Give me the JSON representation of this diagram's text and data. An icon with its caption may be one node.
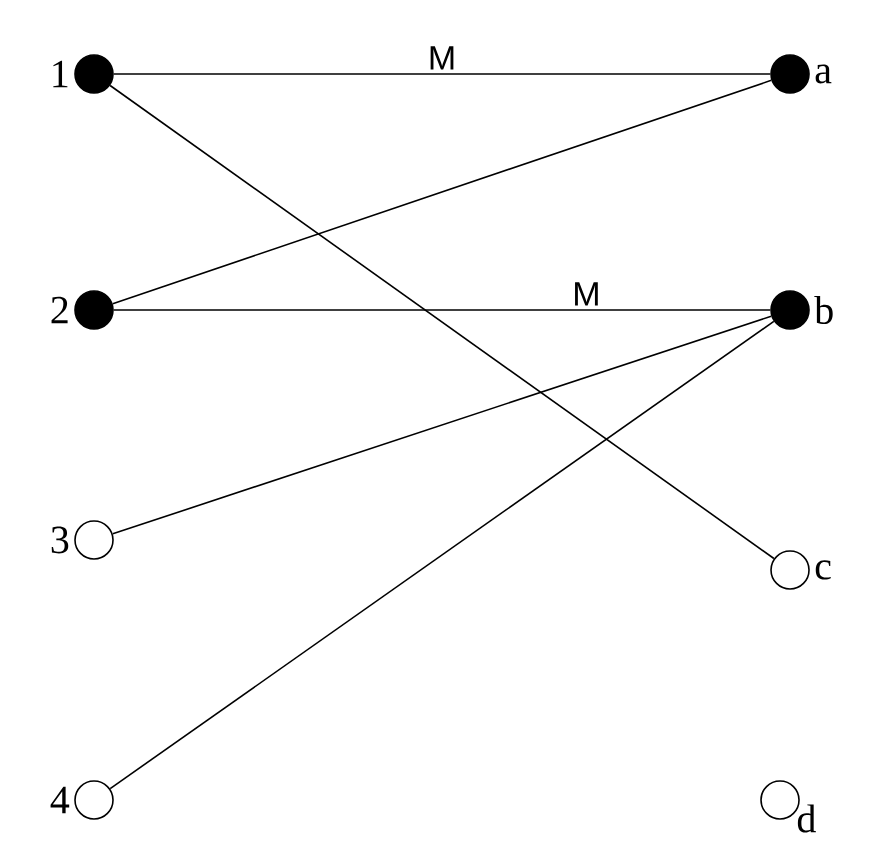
{
  "diagram": {
    "nodes": [
      {
        "text": [],
        "shape": "dot",
        "beside": [
          "1"
        ]
      },
      {
        "text": [],
        "shape": "dot",
        "beside": [
          "2"
        ]
      },
      {
        "text": [],
        "shape": "circle",
        "beside": [
          "3"
        ]
      },
      {
        "text": [],
        "shape": "circle",
        "beside": [
          "4"
        ]
      },
      {
        "text": [],
        "shape": "dot",
        "beside": [
          "a"
        ]
      },
      {
        "text": [],
        "shape": "dot",
        "beside": [
          "b"
        ]
      },
      {
        "text": [],
        "shape": "circle",
        "beside": [
          "c"
        ]
      },
      {
        "text": [],
        "shape": "circle",
        "beside": [
          "d"
        ]
      }
    ],
    "edges": [
      {
        "from": 0,
        "to": 4,
        "arrow": "none",
        "label": "M"
      },
      {
        "from": 0,
        "to": 6,
        "arrow": "none"
      },
      {
        "from": 1,
        "to": 4,
        "arrow": "none"
      },
      {
        "from": 1,
        "to": 5,
        "arrow": "none",
        "label": "M"
      },
      {
        "from": 2,
        "to": 5,
        "arrow": "none"
      },
      {
        "from": 3,
        "to": 5,
        "arrow": "none"
      }
    ]
  }
}
